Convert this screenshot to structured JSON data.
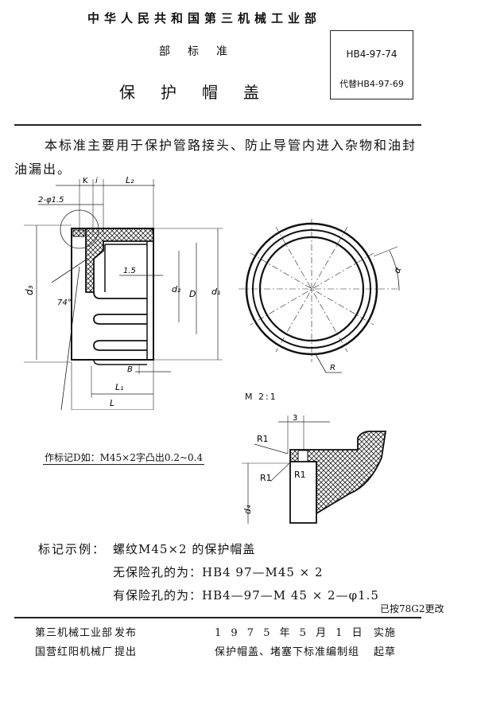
{
  "header": {
    "organization": "中华人民共和国第三机械工业部",
    "standard_type": "部标准",
    "title": "保护帽盖",
    "code_box": {
      "standard_no": "HB4-97-74",
      "replaces": "代替HB4-97-69"
    }
  },
  "intro": "本标准主要用于保护管路接头、防止导管内进入杂物和油封油漏出。",
  "drawing": {
    "side_view_labels": {
      "K": "K",
      "i": "i",
      "L2": "L₂",
      "holes": "2-φ1.5",
      "d3": "d₃",
      "angle": "74°",
      "dim_1_5": "1.5",
      "d2": "d₂",
      "D": "D",
      "d1": "d₁",
      "B": "B",
      "L1": "L₁",
      "L": "L"
    },
    "end_view_labels": {
      "alpha": "α",
      "R": "R"
    },
    "detail_view": {
      "scale": "M 2:1",
      "dim_3": "3",
      "R1_top": "R1",
      "R1_left": "R1",
      "R1_inner": "R1",
      "d4": "d₄"
    },
    "marking_note": "作标记D如：M45×2字凸出0.2~0.4"
  },
  "marking_example": {
    "label": "标记示例：",
    "lines": [
      "螺纹M45×2 的保护帽盖",
      "无保险孔的为：HB4  97—M45 × 2",
      "有保险孔的为：HB4—97—M 45 × 2—φ1.5"
    ],
    "revision_note": "已按78G2更改"
  },
  "footer": {
    "issuer": "第三机械工业部",
    "issue_action": "发布",
    "proposer": "国营红阳机械厂",
    "propose_action": "提出",
    "effective_date": "1 9 7 5 年 5 月 1 日",
    "effective_action": "实施",
    "drafter": "保护帽盖、堵塞下标准编制组",
    "draft_action": "起草"
  }
}
